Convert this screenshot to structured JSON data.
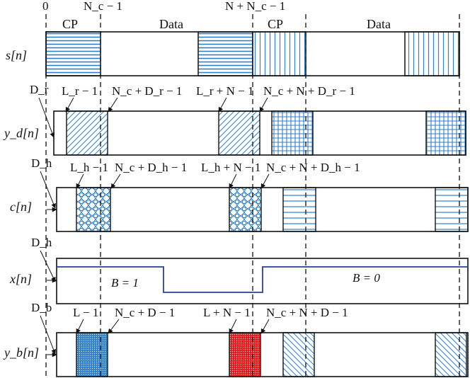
{
  "top": {
    "zero": "0",
    "nc_minus_1": "N_c − 1",
    "n_plus_nc_minus_1": "N + N_c − 1",
    "cp1": "CP",
    "data1": "Data",
    "cp2": "CP",
    "data2": "Data"
  },
  "rows": [
    {
      "label": "s[n]"
    },
    {
      "label": "y_d[n]",
      "offset": "D_r",
      "ann": [
        "L_r − 1",
        "N_c + D_r − 1",
        "L_r + N − 1",
        "N_c + N + D_r − 1"
      ]
    },
    {
      "label": "c[n]",
      "offset": "D_h",
      "ann": [
        "L_h − 1",
        "N_c + D_h − 1",
        "L_h + N − 1",
        "N_c + N + D_h − 1"
      ]
    },
    {
      "label": "x[n]",
      "offset": "D_h",
      "signal": [
        "B = 1",
        "B = 0"
      ]
    },
    {
      "label": "y_b[n]",
      "offset": "D_b",
      "ann": [
        "L − 1",
        "N_c + D − 1",
        "L + N − 1",
        "N_c + N + D − 1"
      ]
    }
  ],
  "colors": {
    "blue": "#2f7fc9",
    "red": "#e0191c",
    "signal": "#2a3f9a",
    "line": "#111111"
  }
}
